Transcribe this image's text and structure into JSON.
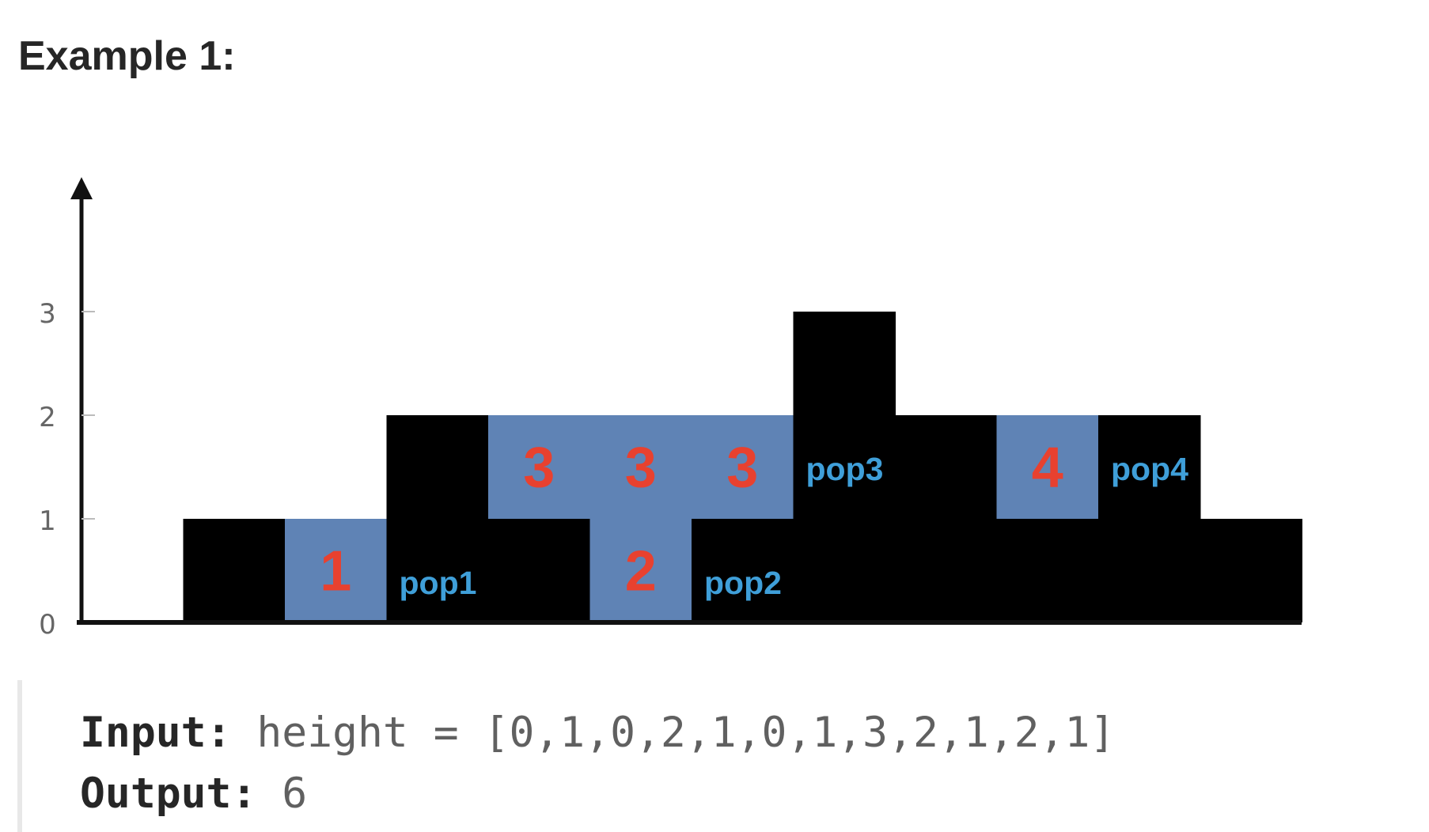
{
  "heading": "Example 1:",
  "chart_data": {
    "type": "bar",
    "y_ticks": [
      "0",
      "1",
      "2",
      "3"
    ],
    "heights": [
      0,
      1,
      0,
      2,
      1,
      0,
      1,
      3,
      2,
      1,
      2,
      1
    ],
    "water_blocks": [
      {
        "index": 2,
        "level": 0,
        "number": "1"
      },
      {
        "index": 4,
        "level": 1,
        "number": "3"
      },
      {
        "index": 5,
        "level": 1,
        "number": "3"
      },
      {
        "index": 6,
        "level": 1,
        "number": "3"
      },
      {
        "index": 5,
        "level": 0,
        "number": "2"
      },
      {
        "index": 9,
        "level": 1,
        "number": "4"
      }
    ],
    "pop_labels": [
      {
        "index": 3,
        "level": 0,
        "text": "pop1"
      },
      {
        "index": 6,
        "level": 0,
        "text": "pop2"
      },
      {
        "index": 7,
        "level": 1,
        "text": "pop3"
      },
      {
        "index": 10,
        "level": 1,
        "text": "pop4"
      }
    ],
    "colors": {
      "bar": "#000000",
      "water": "#5f83b5",
      "number": "#e8412f",
      "pop_label": "#3f9fd9",
      "axis": "#111111",
      "tick_label": "#666666"
    }
  },
  "example": {
    "input_label": "Input:",
    "input_value": "height = [0,1,0,2,1,0,1,3,2,1,2,1]",
    "output_label": "Output:",
    "output_value": "6"
  }
}
